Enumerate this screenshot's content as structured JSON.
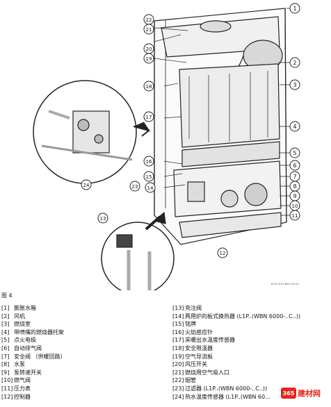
{
  "figure": {
    "caption": "图 4",
    "code": "6720 610 699-04.2O",
    "callouts": [
      "1",
      "2",
      "3",
      "4",
      "5",
      "6",
      "7",
      "8",
      "9",
      "10",
      "11",
      "12",
      "13",
      "14",
      "15",
      "16",
      "17",
      "18",
      "19",
      "20",
      "21",
      "22",
      "23",
      "24"
    ]
  },
  "legend": {
    "left": [
      {
        "num": "[1]",
        "text": "膨胀水箱"
      },
      {
        "num": "[2]",
        "text": "风机"
      },
      {
        "num": "[3]",
        "text": "燃烧室"
      },
      {
        "num": "[4]",
        "text": "带喷嘴的燃烧器托架"
      },
      {
        "num": "[5]",
        "text": "点火电极"
      },
      {
        "num": "[6]",
        "text": "自动排气阀"
      },
      {
        "num": "[7]",
        "text": "安全阀 （供暖回路）"
      },
      {
        "num": "[8]",
        "text": "水泵"
      },
      {
        "num": "[9]",
        "text": "泵转速开关"
      },
      {
        "num": "[10]",
        "text": "燃气阀"
      },
      {
        "num": "[11]",
        "text": "压力表"
      },
      {
        "num": "[12]",
        "text": "控制器"
      }
    ],
    "right": [
      {
        "num": "[13]",
        "text": "充注阀"
      },
      {
        "num": "[14]",
        "text": "两用炉的板式换热器 (L1P..(WBN 6000-..C..))"
      },
      {
        "num": "[15]",
        "text": "铭牌"
      },
      {
        "num": "[16]",
        "text": "火焰感应针"
      },
      {
        "num": "[17]",
        "text": "采暖出水温度传感器"
      },
      {
        "num": "[18]",
        "text": "安全限温器"
      },
      {
        "num": "[19]",
        "text": "空气导流板"
      },
      {
        "num": "[20]",
        "text": "风压开关"
      },
      {
        "num": "[21]",
        "text": "燃烧用空气吸入口"
      },
      {
        "num": "[22]",
        "text": "烟管"
      },
      {
        "num": "[23]",
        "text": "过滤器 (L1P..(WBN 6000-..C..))"
      },
      {
        "num": "[24]",
        "text": "热水温度传感器 (L1P..(WBN 60..."
      }
    ]
  },
  "watermark": {
    "logo": "365",
    "text": "建材网"
  }
}
